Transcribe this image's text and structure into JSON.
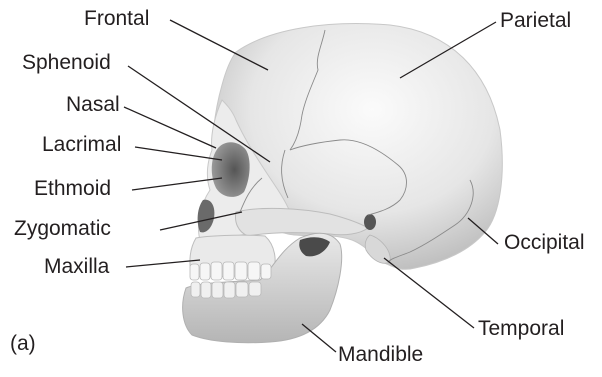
{
  "panel_label": "(a)",
  "labels": {
    "frontal": "Frontal",
    "parietal": "Parietal",
    "sphenoid": "Sphenoid",
    "nasal": "Nasal",
    "lacrimal": "Lacrimal",
    "ethmoid": "Ethmoid",
    "zygomatic": "Zygomatic",
    "maxilla": "Maxilla",
    "occipital": "Occipital",
    "temporal": "Temporal",
    "mandible": "Mandible"
  },
  "colors": {
    "bone_light": "#f4f4f4",
    "bone_mid": "#d9d9d9",
    "bone_shadow": "#9a9a9a",
    "dark": "#3a3a3a",
    "leader": "#231f20"
  }
}
